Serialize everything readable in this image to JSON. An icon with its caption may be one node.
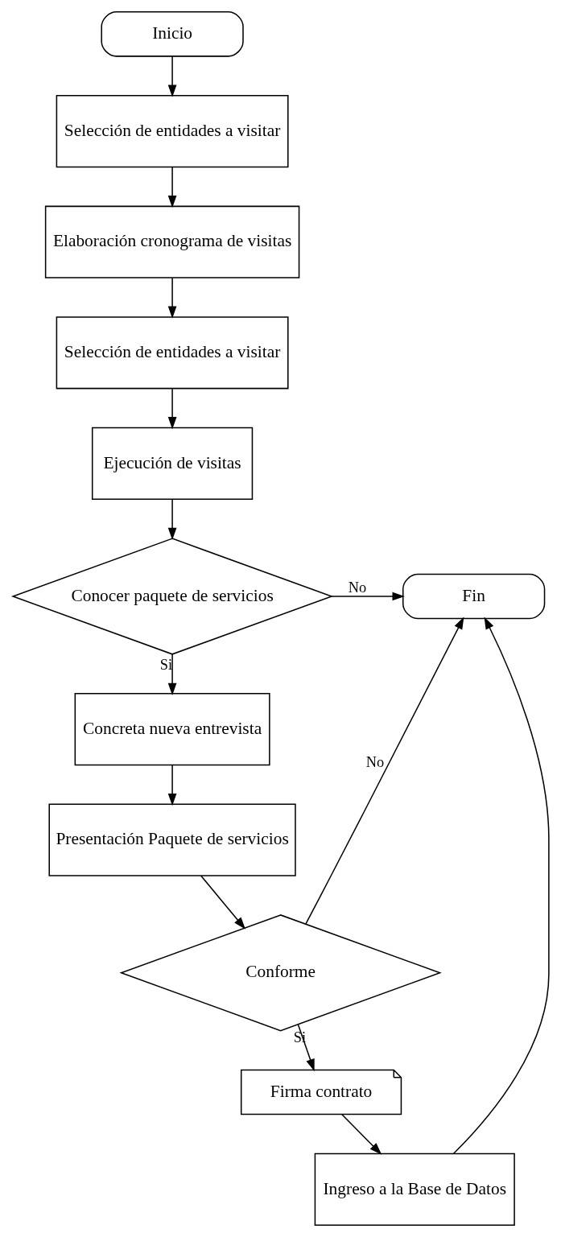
{
  "diagram": {
    "nodes": [
      {
        "text": [
          "Inicio"
        ]
      },
      {
        "text": [
          "Selección de entidades a visitar"
        ]
      },
      {
        "text": [
          "Elaboración cronograma de visitas"
        ]
      },
      {
        "text": [
          "Selección de entidades a visitar"
        ]
      },
      {
        "text": [
          "Ejecución de visitas"
        ]
      },
      {
        "text": [
          "Conocer paquete de servicios"
        ]
      },
      {
        "text": [
          "Fin"
        ]
      },
      {
        "text": [
          "Concreta nueva entrevista"
        ]
      },
      {
        "text": [
          "Presentación Paquete de servicios"
        ]
      },
      {
        "text": [
          "Conforme"
        ]
      },
      {
        "text": [
          "Firma contrato"
        ]
      },
      {
        "text": [
          "Ingreso a la Base de Datos"
        ]
      }
    ],
    "edges": [
      {
        "from": 0,
        "to": 1,
        "arrow": "to"
      },
      {
        "from": 1,
        "to": 2,
        "arrow": "to"
      },
      {
        "from": 2,
        "to": 3,
        "arrow": "to"
      },
      {
        "from": 3,
        "to": 4,
        "arrow": "to"
      },
      {
        "from": 4,
        "to": 5,
        "arrow": "to"
      },
      {
        "from": 5,
        "to": 6,
        "arrow": "to",
        "label": "No"
      },
      {
        "from": 5,
        "to": 7,
        "arrow": "to",
        "label": "Si"
      },
      {
        "from": 7,
        "to": 8,
        "arrow": "to"
      },
      {
        "from": 8,
        "to": 9,
        "arrow": "to"
      },
      {
        "from": 9,
        "to": 6,
        "arrow": "to",
        "label": "No"
      },
      {
        "from": 9,
        "to": 10,
        "arrow": "to",
        "label": "Si"
      },
      {
        "from": 10,
        "to": 11,
        "arrow": "to"
      },
      {
        "from": 11,
        "to": 6,
        "arrow": "to"
      }
    ]
  }
}
